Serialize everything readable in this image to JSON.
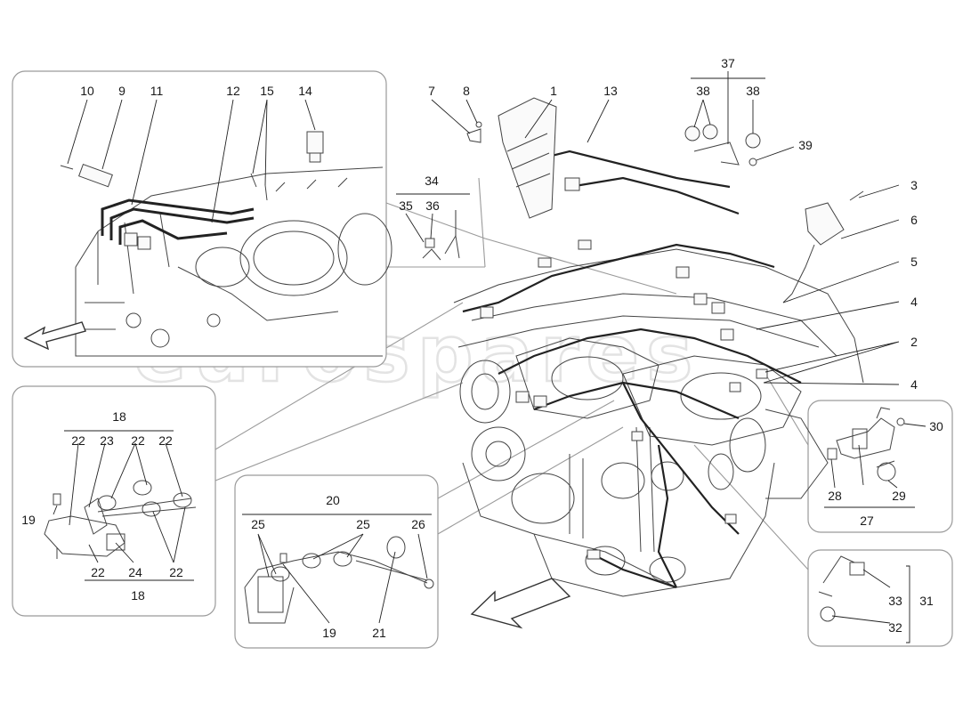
{
  "watermark": "eurospares",
  "callouts": {
    "c1": "1",
    "c2": "2",
    "c3": "3",
    "c4a": "4",
    "c4b": "4",
    "c5": "5",
    "c6": "6",
    "c7": "7",
    "c8": "8",
    "c9": "9",
    "c10": "10",
    "c11": "11",
    "c12": "12",
    "c13": "13",
    "c14": "14",
    "c15": "15",
    "c18a": "18",
    "c18b": "18",
    "c19a": "19",
    "c19b": "19",
    "c20": "20",
    "c21": "21",
    "c22a": "22",
    "c22b": "22",
    "c22c": "22",
    "c22d": "22",
    "c22e": "22",
    "c23": "23",
    "c24": "24",
    "c25a": "25",
    "c25b": "25",
    "c26": "26",
    "c27": "27",
    "c28": "28",
    "c29": "29",
    "c30": "30",
    "c31": "31",
    "c32": "32",
    "c33": "33",
    "c34": "34",
    "c35": "35",
    "c36": "36",
    "c37": "37",
    "c38a": "38",
    "c38b": "38",
    "c39": "39"
  }
}
